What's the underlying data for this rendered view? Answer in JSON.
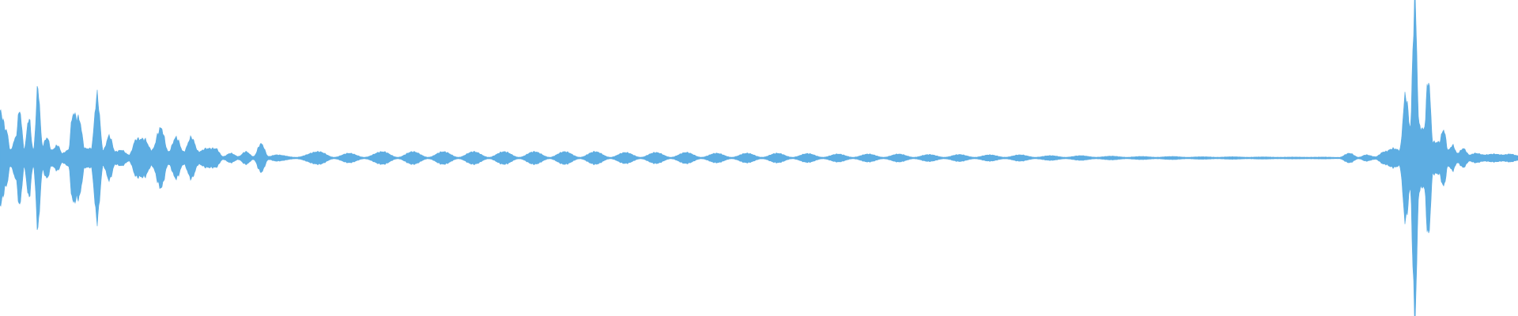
{
  "waveform": {
    "color": "#5DADE2",
    "background": "#FFFFFF",
    "peak_level": 1.0,
    "envelope": [
      [
        0.0,
        0.3
      ],
      [
        0.004,
        0.18
      ],
      [
        0.007,
        0.05
      ],
      [
        0.01,
        0.12
      ],
      [
        0.013,
        0.3
      ],
      [
        0.016,
        0.06
      ],
      [
        0.019,
        0.25
      ],
      [
        0.022,
        0.05
      ],
      [
        0.025,
        0.44
      ],
      [
        0.028,
        0.08
      ],
      [
        0.031,
        0.13
      ],
      [
        0.034,
        0.05
      ],
      [
        0.038,
        0.08
      ],
      [
        0.041,
        0.03
      ],
      [
        0.045,
        0.05
      ],
      [
        0.048,
        0.28
      ],
      [
        0.052,
        0.25
      ],
      [
        0.056,
        0.06
      ],
      [
        0.06,
        0.06
      ],
      [
        0.064,
        0.39
      ],
      [
        0.068,
        0.05
      ],
      [
        0.072,
        0.14
      ],
      [
        0.076,
        0.04
      ],
      [
        0.08,
        0.05
      ],
      [
        0.085,
        0.02
      ],
      [
        0.09,
        0.12
      ],
      [
        0.095,
        0.12
      ],
      [
        0.1,
        0.05
      ],
      [
        0.106,
        0.19
      ],
      [
        0.111,
        0.04
      ],
      [
        0.116,
        0.13
      ],
      [
        0.121,
        0.04
      ],
      [
        0.126,
        0.13
      ],
      [
        0.131,
        0.04
      ],
      [
        0.136,
        0.06
      ],
      [
        0.142,
        0.06
      ],
      [
        0.147,
        0.01
      ],
      [
        0.152,
        0.03
      ],
      [
        0.157,
        0.01
      ],
      [
        0.162,
        0.04
      ],
      [
        0.167,
        0.01
      ],
      [
        0.172,
        0.09
      ],
      [
        0.177,
        0.01
      ],
      [
        0.182,
        0.02
      ],
      [
        0.195,
        0.005
      ],
      [
        0.21,
        0.04
      ],
      [
        0.22,
        0.005
      ],
      [
        0.23,
        0.03
      ],
      [
        0.24,
        0.005
      ],
      [
        0.252,
        0.04
      ],
      [
        0.262,
        0.005
      ],
      [
        0.272,
        0.04
      ],
      [
        0.282,
        0.005
      ],
      [
        0.292,
        0.04
      ],
      [
        0.302,
        0.005
      ],
      [
        0.312,
        0.04
      ],
      [
        0.322,
        0.005
      ],
      [
        0.332,
        0.04
      ],
      [
        0.342,
        0.005
      ],
      [
        0.352,
        0.04
      ],
      [
        0.362,
        0.005
      ],
      [
        0.372,
        0.04
      ],
      [
        0.382,
        0.005
      ],
      [
        0.392,
        0.04
      ],
      [
        0.402,
        0.005
      ],
      [
        0.412,
        0.035
      ],
      [
        0.422,
        0.005
      ],
      [
        0.432,
        0.035
      ],
      [
        0.442,
        0.005
      ],
      [
        0.452,
        0.035
      ],
      [
        0.462,
        0.005
      ],
      [
        0.472,
        0.03
      ],
      [
        0.482,
        0.005
      ],
      [
        0.492,
        0.03
      ],
      [
        0.502,
        0.005
      ],
      [
        0.512,
        0.03
      ],
      [
        0.522,
        0.005
      ],
      [
        0.532,
        0.028
      ],
      [
        0.542,
        0.005
      ],
      [
        0.552,
        0.025
      ],
      [
        0.562,
        0.005
      ],
      [
        0.572,
        0.025
      ],
      [
        0.582,
        0.005
      ],
      [
        0.592,
        0.025
      ],
      [
        0.602,
        0.005
      ],
      [
        0.612,
        0.022
      ],
      [
        0.622,
        0.005
      ],
      [
        0.632,
        0.022
      ],
      [
        0.642,
        0.005
      ],
      [
        0.652,
        0.02
      ],
      [
        0.662,
        0.005
      ],
      [
        0.672,
        0.02
      ],
      [
        0.682,
        0.005
      ],
      [
        0.692,
        0.015
      ],
      [
        0.702,
        0.005
      ],
      [
        0.712,
        0.015
      ],
      [
        0.722,
        0.005
      ],
      [
        0.732,
        0.012
      ],
      [
        0.742,
        0.005
      ],
      [
        0.752,
        0.01
      ],
      [
        0.762,
        0.005
      ],
      [
        0.772,
        0.01
      ],
      [
        0.782,
        0.005
      ],
      [
        0.792,
        0.008
      ],
      [
        0.802,
        0.005
      ],
      [
        0.812,
        0.008
      ],
      [
        0.822,
        0.005
      ],
      [
        0.832,
        0.007
      ],
      [
        0.842,
        0.005
      ],
      [
        0.852,
        0.006
      ],
      [
        0.862,
        0.005
      ],
      [
        0.872,
        0.006
      ],
      [
        0.882,
        0.004
      ],
      [
        0.889,
        0.03
      ],
      [
        0.895,
        0.005
      ],
      [
        0.9,
        0.02
      ],
      [
        0.906,
        0.008
      ],
      [
        0.912,
        0.04
      ],
      [
        0.918,
        0.06
      ],
      [
        0.922,
        0.05
      ],
      [
        0.926,
        0.4
      ],
      [
        0.929,
        0.2
      ],
      [
        0.932,
        1.0
      ],
      [
        0.935,
        0.2
      ],
      [
        0.938,
        0.18
      ],
      [
        0.941,
        0.5
      ],
      [
        0.944,
        0.1
      ],
      [
        0.948,
        0.1
      ],
      [
        0.951,
        0.18
      ],
      [
        0.954,
        0.05
      ],
      [
        0.957,
        0.08
      ],
      [
        0.96,
        0.03
      ],
      [
        0.964,
        0.06
      ],
      [
        0.968,
        0.02
      ],
      [
        0.972,
        0.03
      ],
      [
        0.978,
        0.02
      ],
      [
        0.984,
        0.025
      ],
      [
        0.99,
        0.02
      ],
      [
        0.995,
        0.025
      ],
      [
        1.0,
        0.015
      ]
    ]
  }
}
